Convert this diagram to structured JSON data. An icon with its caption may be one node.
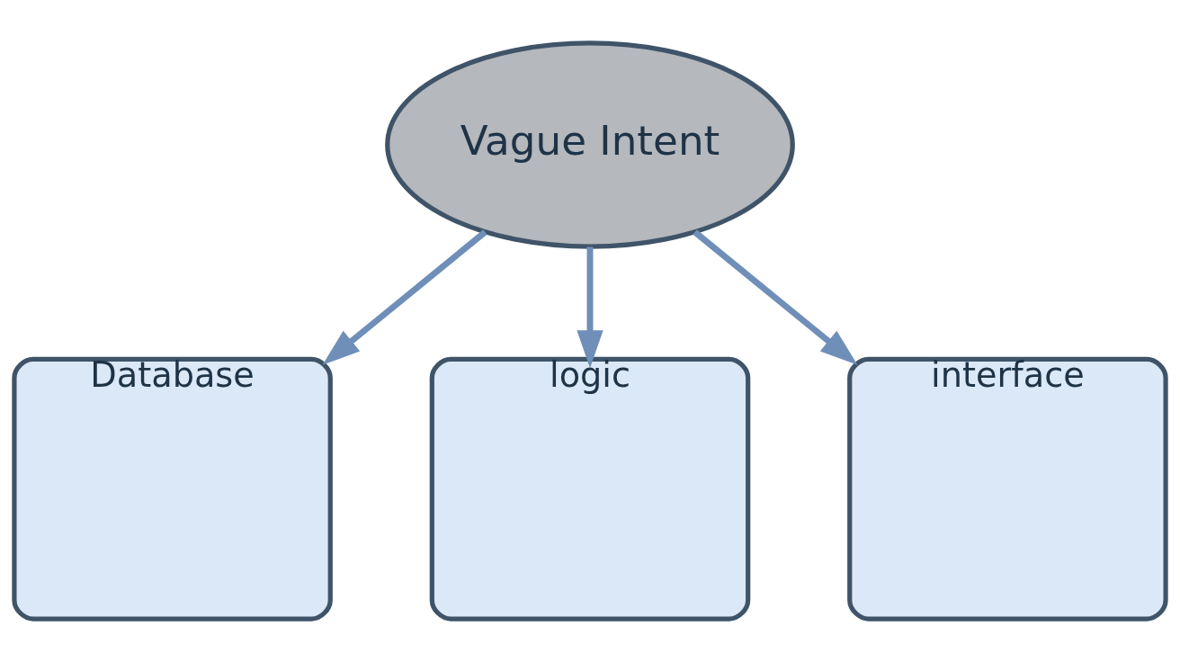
{
  "diagram": {
    "nodes": [
      {
        "text": [
          "Vague Intent"
        ]
      },
      {
        "text": [
          "Database"
        ]
      },
      {
        "text": [
          "logic"
        ]
      },
      {
        "text": [
          "interface"
        ]
      }
    ],
    "edges": [
      {
        "from": 0,
        "to": 1,
        "arrow": "to"
      },
      {
        "from": 0,
        "to": 2,
        "arrow": "to"
      },
      {
        "from": 0,
        "to": 3,
        "arrow": "to"
      }
    ]
  }
}
